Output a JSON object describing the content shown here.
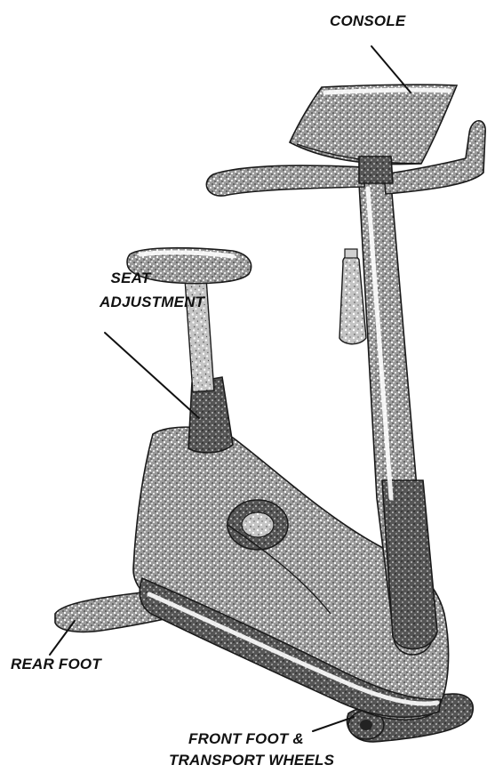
{
  "diagram": {
    "labels": {
      "console": "CONSOLE",
      "seat_adjustment_line1": "SEAT",
      "seat_adjustment_line2": "ADJUSTMENT",
      "rear_foot": "REAR FOOT",
      "front_foot_line1": "FRONT FOOT &",
      "front_foot_line2": "TRANSPORT WHEELS"
    },
    "colors": {
      "ink": "#111111",
      "background": "#ffffff",
      "stipple_mid": "#8a8a8a",
      "stipple_dark": "#4a4a4a"
    }
  }
}
